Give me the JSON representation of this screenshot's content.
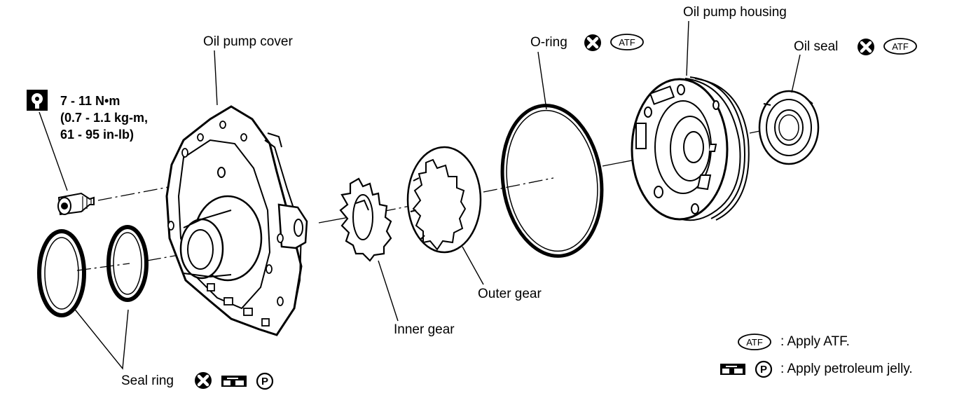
{
  "labels": {
    "oil_pump_cover": "Oil pump cover",
    "oil_pump_housing": "Oil pump housing",
    "o_ring": "O-ring",
    "oil_seal": "Oil seal",
    "outer_gear": "Outer gear",
    "inner_gear": "Inner gear",
    "seal_ring": "Seal ring"
  },
  "torque": {
    "line1": "7 - 11 N•m",
    "line2": "(0.7 - 1.1 kg-m,",
    "line3": "61 - 95 in-lb)"
  },
  "symbols": {
    "atf": "ATF",
    "petroleum": "P"
  },
  "legend": {
    "atf_text": ": Apply ATF.",
    "jelly_text": ": Apply petroleum jelly."
  }
}
